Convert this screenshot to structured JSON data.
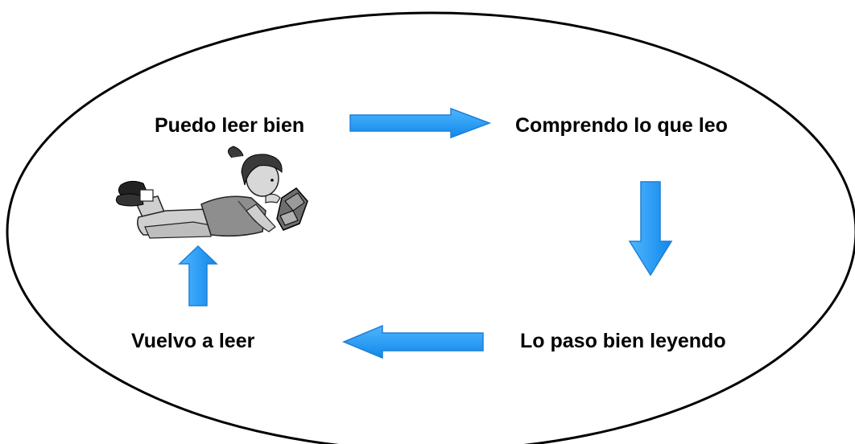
{
  "diagram": {
    "steps": {
      "read_well": "Puedo leer bien",
      "understand": "Comprendo lo que leo",
      "enjoy": "Lo paso bien leyendo",
      "read_again": "Vuelvo a leer"
    },
    "illustration": "girl-lying-reading-book",
    "colors": {
      "arrow_fill": "#1a9af5",
      "arrow_stroke": "#1e7fd6",
      "outline": "#000000",
      "text": "#000000"
    }
  }
}
